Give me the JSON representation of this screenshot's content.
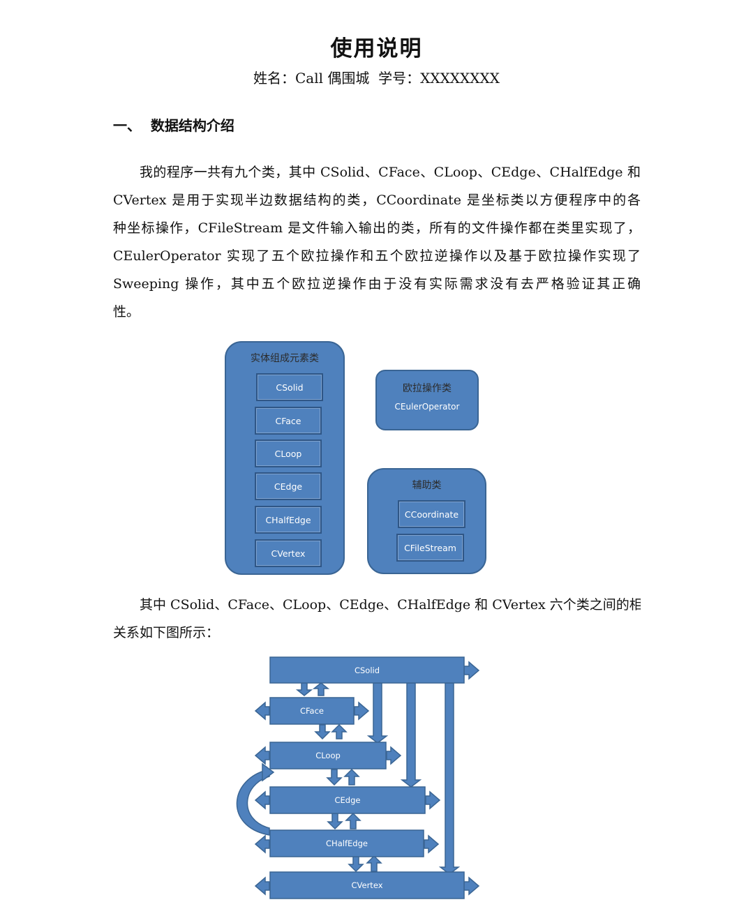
{
  "document": {
    "title": "使用说明",
    "subtitle": "姓名：Call 偶围城  学号：XXXXXXXX",
    "section_heading": "一、  数据结构介绍",
    "paragraph1_lines": [
      "我的程序一共有九个类，其中 CSolid、CFace、CLoop、CEdge、CHalfEdge 和",
      "CVertex 是用于实现半边数据结构的类，CCoordinate 是坐标类以方便程序中的各",
      "种坐标操作，CFileStream 是文件输入输出的类，所有的文件操作都在类里实现了，",
      "CEulerOperator 实现了五个欧拉操作和五个欧拉逆操作以及基于欧拉操作实现了",
      "Sweeping  操作，其中五个欧拉逆操作由于没有实际需求没有去严格验证其正确",
      "性。"
    ],
    "paragraph2_lines": [
      "其中 CSolid、CFace、CLoop、CEdge、CHalfEdge 和 CVertex 六个类之间的相互",
      "关系如下图所示："
    ]
  },
  "class_diagram": {
    "entity_group": {
      "title": "实体组成元素类",
      "classes": [
        "CSolid",
        "CFace",
        "CLoop",
        "CEdge",
        "CHalfEdge",
        "CVertex"
      ]
    },
    "euler_group": {
      "title": "欧拉操作类",
      "class_name": "CEulerOperator"
    },
    "helper_group": {
      "title": "辅助类",
      "classes": [
        "CCoordinate",
        "CFileStream"
      ]
    },
    "fill_color": "#4f81bd",
    "border_color": "#2f5686"
  },
  "hierarchy_diagram": {
    "nodes": [
      "CSolid",
      "CFace",
      "CLoop",
      "CEdge",
      "CHalfEdge",
      "CVertex"
    ],
    "fill_color": "#4f81bd"
  }
}
